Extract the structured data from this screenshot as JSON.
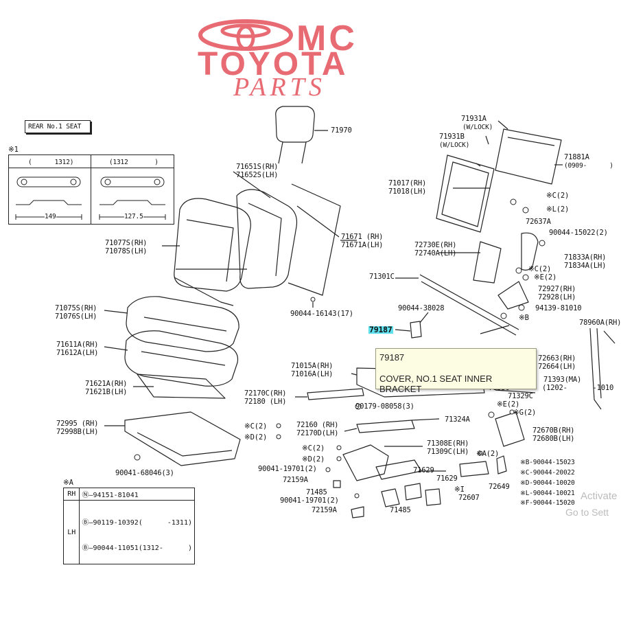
{
  "logo": {
    "line1": "MC",
    "line2": "TOYOTA",
    "line3": "PARTS",
    "color": "#e86a72"
  },
  "header_box": "REAR No.1 SEAT",
  "note_x1": "※1",
  "inset_left": {
    "top": "(      1312)",
    "dim": "149"
  },
  "inset_right": {
    "top": "(1312       )",
    "dim": "127.5"
  },
  "note_xa": "※A",
  "xa_table": [
    {
      "side": "RH",
      "line1": "Ⓝ—94151-81041"
    },
    {
      "side": "LH",
      "line1": "Ⓑ—90119-10392(      -1311)",
      "line2": "Ⓑ—90044-11051(1312-      )"
    }
  ],
  "labels": [
    "71970",
    "71651S(RH)",
    "71652S(LH)",
    "71671 (RH)",
    "71671A(LH)",
    "71077S(RH)",
    "71078S(LH)",
    "71075S(RH)",
    "71076S(LH)",
    "71611A(RH)",
    "71612A(LH)",
    "71621A(RH)",
    "71621B(LH)",
    "72995 (RH)",
    "72998B(LH)",
    "90041-68046(3)",
    "90044-16143(17)",
    "71931A",
    "(W/LOCK)",
    "71931B",
    "(W/LOCK)",
    "71881A",
    "(0909-      )",
    "71017(RH)",
    "71018(LH)",
    "※C(2)",
    "※L(2)",
    "72637A",
    "90044-15022(2)",
    "72730E(RH)",
    "72740A(LH)",
    "71833A(RH)",
    "71834A(LH)",
    "※C(2)",
    "※E(2)",
    "71301C",
    "72927(RH)",
    "72928(LH)",
    "94139-81010",
    "90044-38028",
    "※B",
    "78960A(RH)",
    "79187",
    "72663(RH)",
    "72664(LH)",
    "71015A(RH)",
    "71016A(LH)",
    "71393(MA)",
    "(1202-      -1010",
    "71330",
    "71329C",
    "72170C(RH)",
    "72180 (LH)",
    "90179-08058(3)",
    "71324A",
    "※E(2)",
    "※G(2)",
    "※C(2)",
    "※D(2)",
    "72160 (RH)",
    "72170D(LH)",
    "72670B(RH)",
    "72680B(LH)",
    "71308E(RH)",
    "71309C(LH)",
    "※C(2)",
    "※D(2)",
    "90041-19701(2)",
    "72159A",
    "71629",
    "71629",
    "※A(2)",
    "※I",
    "72607",
    "72649",
    "71485",
    "90041-19701(2)",
    "72159A",
    "71485",
    "※B-90044-15023",
    "※C-90044-20022",
    "※D-90044-10020",
    "※L-90044-10021",
    "※F-90044-15020"
  ],
  "highlight": "79187",
  "tooltip": {
    "code": "79187",
    "description": "COVER, NO.1 SEAT INNER BRACKET"
  },
  "watermark": {
    "line1": "Activate",
    "line2": "Go to Sett"
  }
}
